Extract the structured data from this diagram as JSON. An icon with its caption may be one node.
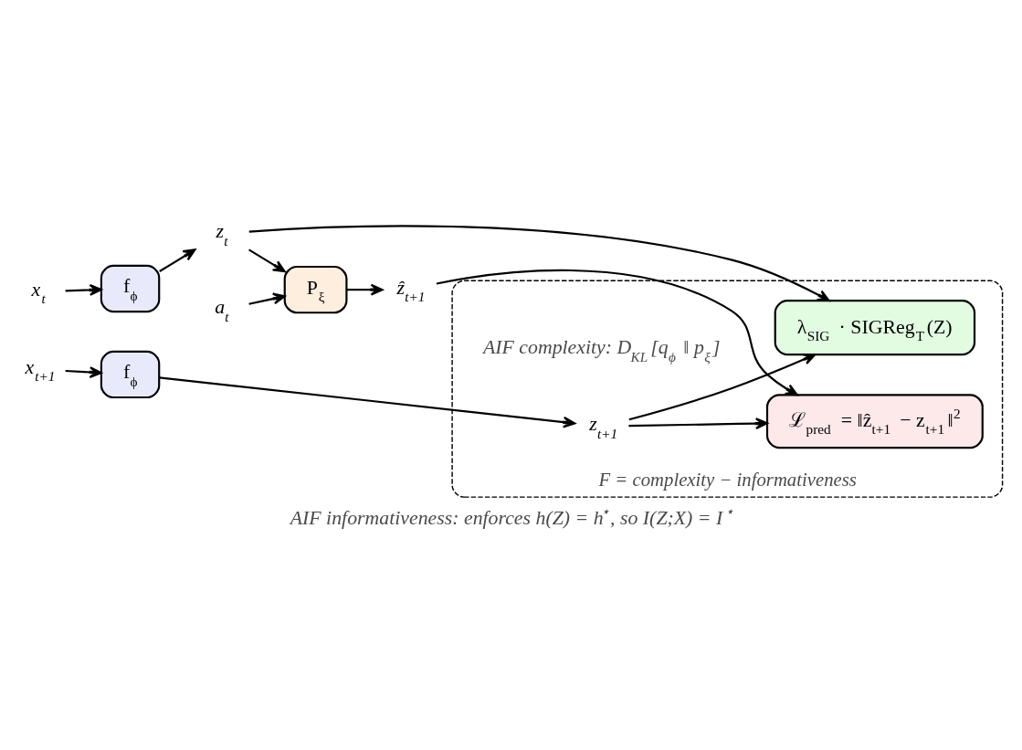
{
  "diagram": {
    "caption": "AIF informativeness: enforces h(Z) = h$^{⋆}$, so I(Z;X) = I$^{⋆}$",
    "nodes": [
      {
        "text": [
          "a$_{t}$"
        ]
      },
      {
        "text": [
          "x$_{t}$"
        ]
      },
      {
        "text": [
          "f$_{ϕ}$"
        ]
      },
      {
        "text": [
          "z$_{t}$"
        ]
      },
      {
        "text": [
          "P$_{ξ}$"
        ]
      },
      {
        "text": [
          "ẑ$_{t+1}$"
        ]
      },
      {
        "text": [
          "F = complexity − informativeness"
        ]
      },
      {
        "text": [
          "ℒ$_{pred}$ = ‖ẑ$_{t+1}$ − z$_{t+1}$‖$^{2}$"
        ],
        "in": 6
      },
      {
        "text": [
          "x$_{t+1}$"
        ]
      },
      {
        "text": [
          "f$_{ϕ}$"
        ]
      },
      {
        "text": [
          "z$_{t+1}$"
        ],
        "in": 6
      },
      {
        "text": [
          "λ$_{SIG}$ · SIGReg$_{T}$(Z)"
        ],
        "in": 6
      }
    ],
    "edges": [
      {
        "from": 1,
        "to": 2,
        "arrow": "to"
      },
      {
        "from": 2,
        "to": 3,
        "arrow": "to"
      },
      {
        "from": 3,
        "to": 4,
        "arrow": "to"
      },
      {
        "from": 0,
        "to": 4,
        "arrow": "to"
      },
      {
        "from": 4,
        "to": 5,
        "arrow": "to"
      },
      {
        "from": 5,
        "to": 7,
        "arrow": "to"
      },
      {
        "from": 8,
        "to": 9,
        "arrow": "to"
      },
      {
        "from": 9,
        "to": 10,
        "arrow": "to"
      },
      {
        "from": 10,
        "to": 7,
        "arrow": "to"
      },
      {
        "from": 3,
        "to": 11,
        "arrow": "to"
      },
      {
        "from": 10,
        "to": 11,
        "arrow": "to"
      }
    ],
    "labels": [
      "AIF complexity: D$_{KL}$[q$_{ϕ}$ ‖ p$_{ξ}$]"
    ]
  }
}
